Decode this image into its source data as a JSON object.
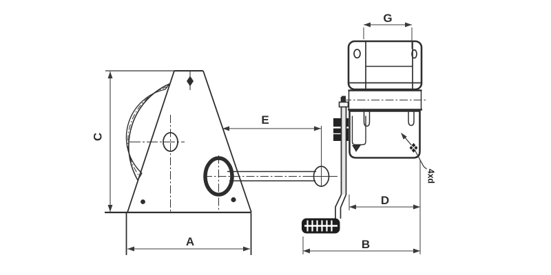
{
  "page": {
    "background": "#ffffff",
    "line_color": "#2e2e2e",
    "dim_line_color": "#3a3a3a"
  },
  "drawing": {
    "labels": {
      "dim_a": "A",
      "dim_b": "B",
      "dim_c": "C",
      "dim_d": "D",
      "dim_e": "E",
      "dim_g": "G",
      "hole_callout": "4xd"
    }
  }
}
